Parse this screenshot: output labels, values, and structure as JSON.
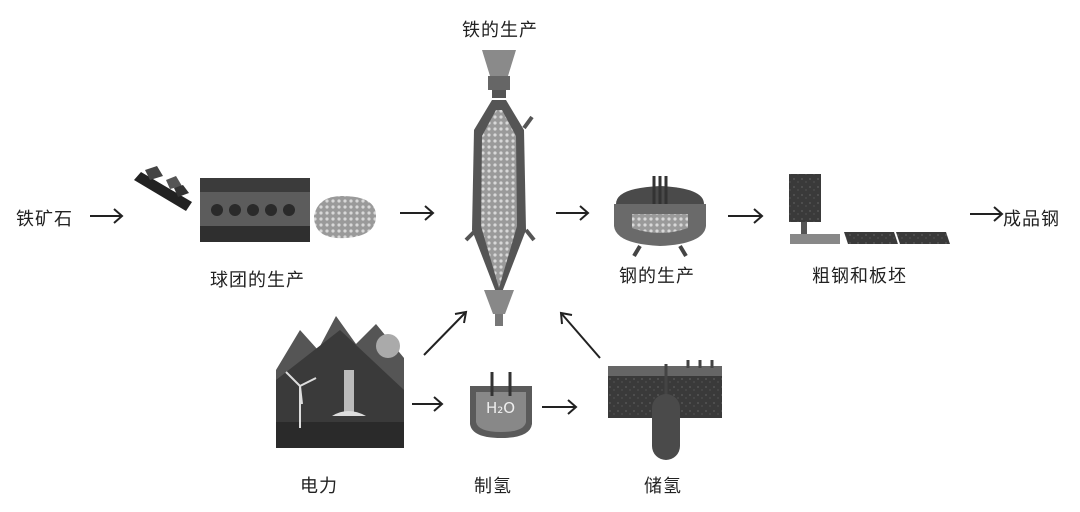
{
  "labels": {
    "iron_ore": "铁矿石",
    "pellet_production": "球团的生产",
    "iron_production": "铁的生产",
    "steel_production": "钢的生产",
    "crude_steel_slab": "粗钢和板坯",
    "finished_steel": "成品钢",
    "electricity": "电力",
    "hydrogen_production": "制氢",
    "hydrogen_storage": "储氢",
    "electrolyzer_text": "H₂O"
  },
  "colors": {
    "dark": "#2e2e2e",
    "mid": "#6f6f6f",
    "light": "#b5b5b5",
    "arrow": "#222222"
  }
}
